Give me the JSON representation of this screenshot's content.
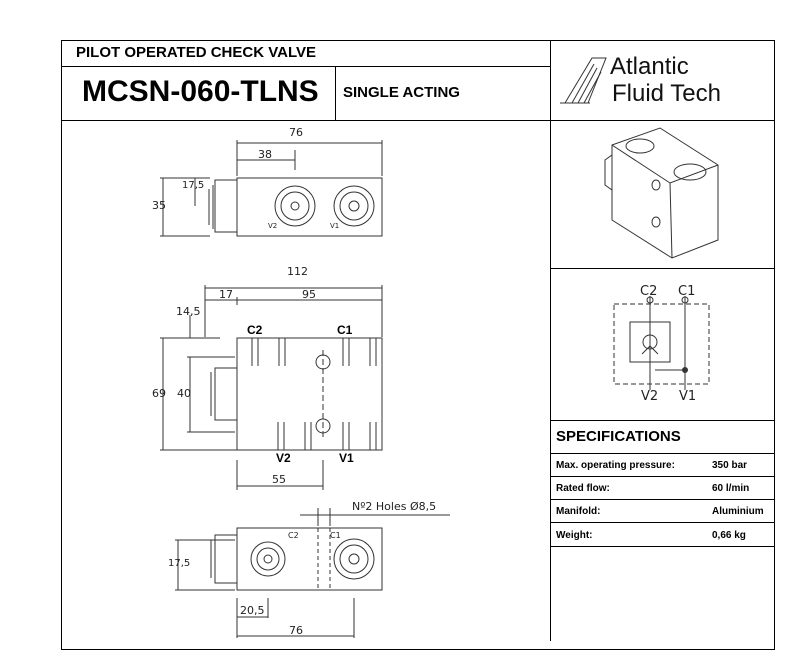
{
  "header": {
    "subtitle": "PILOT OPERATED CHECK VALVE",
    "model": "MCSN-060-TLNS",
    "mode": "SINGLE ACTING"
  },
  "logo": {
    "line1": "Atlantic",
    "line2": "Fluid Tech"
  },
  "drawing": {
    "top_view": {
      "width": "76",
      "half": "38",
      "height": "35",
      "port_offset": "17,5",
      "port_v2": "V2",
      "port_v1": "V1"
    },
    "front_view": {
      "length": "112",
      "inner": "95",
      "left_offset": "17",
      "top_offset": "14,5",
      "total_height": "69",
      "mid_height": "40",
      "bottom_width": "55",
      "port_c2": "C2",
      "port_c1": "C1",
      "port_v2": "V2",
      "port_v1": "V1"
    },
    "bottom_view": {
      "holes": "Nº2 Holes Ø8,5",
      "port_offset": "17,5",
      "left": "20,5",
      "width": "76",
      "port_c2": "C2",
      "port_c1": "C1"
    }
  },
  "schematic": {
    "c2": "C2",
    "c1": "C1",
    "v2": "V2",
    "v1": "V1"
  },
  "specs": {
    "title": "SPECIFICATIONS",
    "rows": [
      {
        "label": "Max. operating pressure:",
        "value": "350 bar"
      },
      {
        "label": "Rated flow:",
        "value": "60 l/min"
      },
      {
        "label": "Manifold:",
        "value": "Aluminium"
      },
      {
        "label": "Weight:",
        "value": "0,66 kg"
      }
    ]
  }
}
